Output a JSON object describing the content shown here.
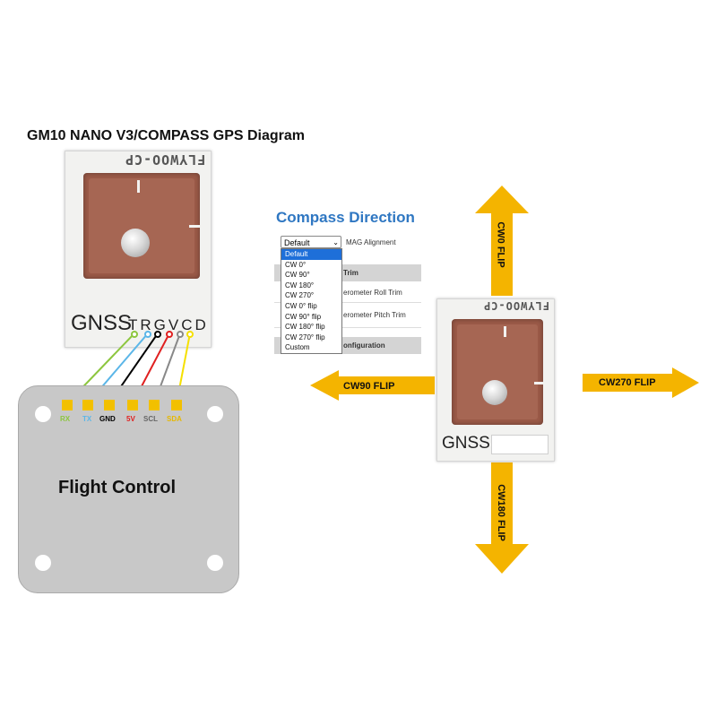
{
  "title": "GM10 NANO V3/COMPASS GPS Diagram",
  "module": {
    "brand": "FLYWOO-CP",
    "gnss_label": "GNSS",
    "pin_letters": "TRGVCD"
  },
  "flight_controller": {
    "label": "Flight Control",
    "pads": [
      "RX",
      "TX",
      "GND",
      "5V",
      "SCL",
      "SDA"
    ]
  },
  "compass_panel": {
    "title": "Compass Direction",
    "selected": "Default",
    "mag_alignment_label": "MAG Alignment",
    "rows": [
      "Trim",
      "erometer Roll Trim",
      "erometer Pitch Trim",
      "onfiguration"
    ],
    "options": [
      "Default",
      "CW 0°",
      "CW 90°",
      "CW 180°",
      "CW 270°",
      "CW 0° flip",
      "CW 90° flip",
      "CW 180° flip",
      "CW 270° flip",
      "Custom"
    ]
  },
  "arrows": {
    "up": "CW0 FLIP",
    "left": "CW90 FLIP",
    "right": "CW270 FLIP",
    "down": "CW180 FLIP"
  },
  "colors": {
    "arrow": "#f4b400",
    "accent_blue": "#2f77c2",
    "wire_rx": "#8dc63f",
    "wire_tx": "#5bb6e8",
    "wire_gnd": "#000000",
    "wire_5v": "#e02020",
    "wire_scl": "#888888",
    "wire_sda": "#f5e000"
  }
}
